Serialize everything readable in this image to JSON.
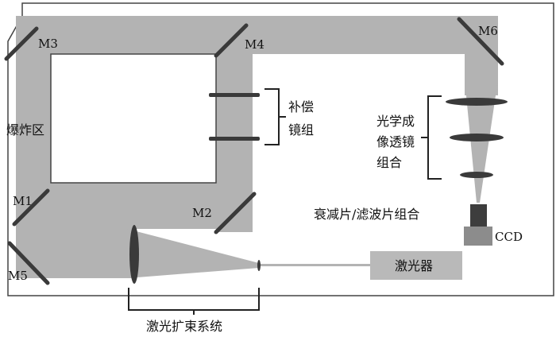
{
  "colors": {
    "beam": "#b3b3b3",
    "optic": "#3a3a3a",
    "outline": "#444444",
    "laser_box": "#b9b9b9",
    "ccd_dark": "#3d3d3d",
    "ccd_light": "#8c8c8c"
  },
  "labels": {
    "m1": "M1",
    "m2": "M2",
    "m3": "M3",
    "m4": "M4",
    "m5": "M5",
    "m6": "M6",
    "explosion_zone": "爆炸区",
    "compensation_lens_group": [
      "补偿",
      "镜组"
    ],
    "imaging_lens_group": [
      "光学成",
      "像透镜",
      "组合"
    ],
    "attenuator_filter_group": "衰减片/滤波片组合",
    "ccd": "CCD",
    "laser": "激光器",
    "beam_expander": "激光扩束系统"
  }
}
